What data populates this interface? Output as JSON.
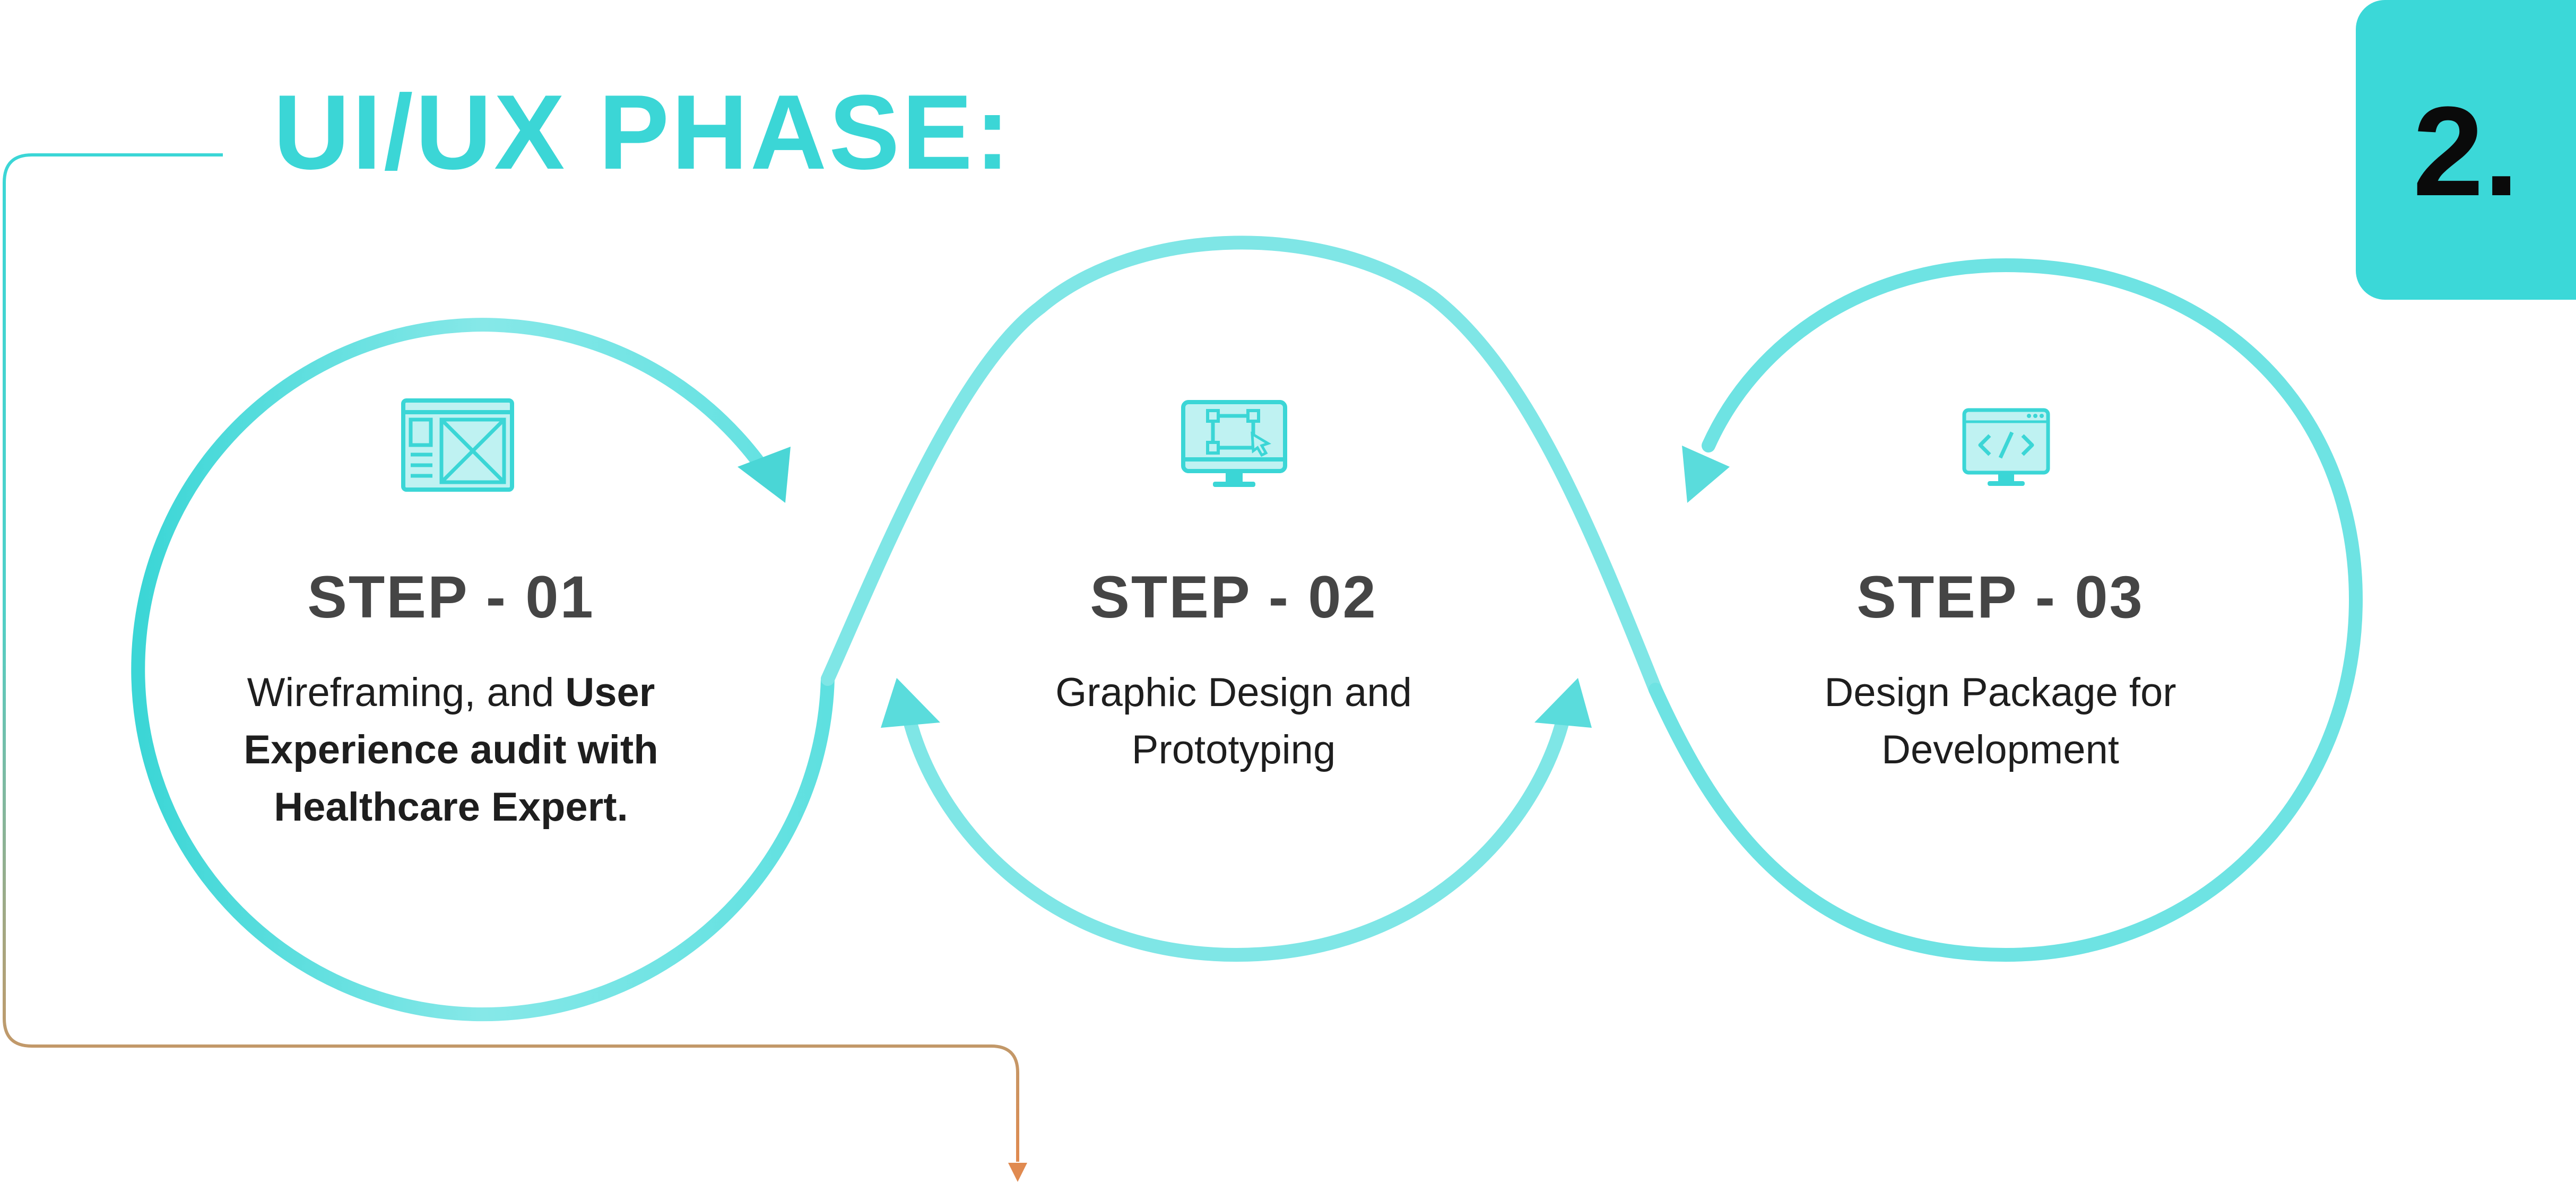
{
  "header": {
    "title": "UI/UX PHASE:",
    "badge": "2."
  },
  "steps": [
    {
      "title": "STEP - 01",
      "desc_plain": "Wireframing, and ",
      "desc_bold": "User Experience audit with Healthcare Expert.",
      "icon": "wireframe-layout-icon"
    },
    {
      "title": "STEP - 02",
      "desc_plain": "Graphic Design and Prototyping",
      "desc_bold": "",
      "icon": "monitor-design-icon"
    },
    {
      "title": "STEP - 03",
      "desc_plain": "Design Package for Development",
      "desc_bold": "",
      "icon": "code-monitor-icon"
    }
  ],
  "colors": {
    "teal": "#3bd6d6",
    "teal_light": "#7fe6e6",
    "orange": "#e08a50",
    "text_dark": "#454545"
  }
}
